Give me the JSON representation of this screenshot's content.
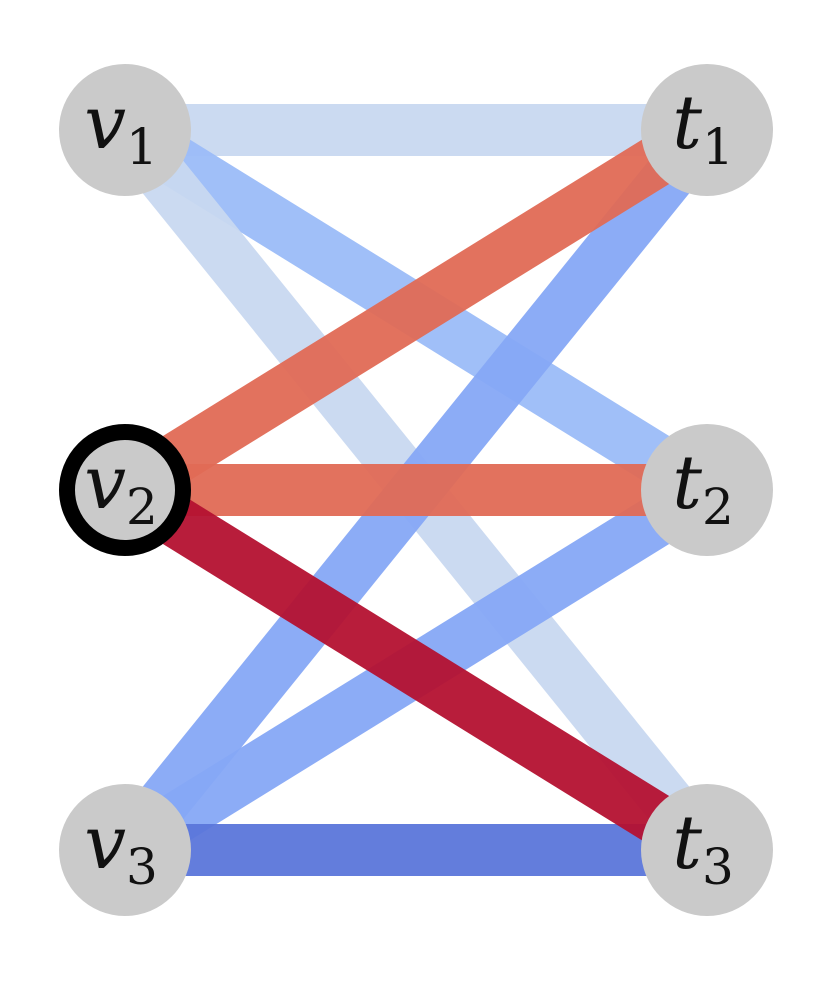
{
  "graph": {
    "left_nodes": [
      {
        "id": "v1",
        "letter": "v",
        "sub": "1",
        "highlighted": false
      },
      {
        "id": "v2",
        "letter": "v",
        "sub": "2",
        "highlighted": true
      },
      {
        "id": "v3",
        "letter": "v",
        "sub": "3",
        "highlighted": false
      }
    ],
    "right_nodes": [
      {
        "id": "t1",
        "letter": "t",
        "sub": "1",
        "highlighted": false
      },
      {
        "id": "t2",
        "letter": "t",
        "sub": "2",
        "highlighted": false
      },
      {
        "id": "t3",
        "letter": "t",
        "sub": "3",
        "highlighted": false
      }
    ],
    "edges": [
      {
        "from": "v1",
        "to": "t1",
        "color": "#c8d8f0"
      },
      {
        "from": "v1",
        "to": "t2",
        "color": "#9bbcf8"
      },
      {
        "from": "v1",
        "to": "t3",
        "color": "#c8d8f0"
      },
      {
        "from": "v3",
        "to": "t1",
        "color": "#86a8f5"
      },
      {
        "from": "v3",
        "to": "t2",
        "color": "#86a8f5"
      },
      {
        "from": "v3",
        "to": "t3",
        "color": "#5b76da"
      },
      {
        "from": "v2",
        "to": "t1",
        "color": "#e06a55"
      },
      {
        "from": "v2",
        "to": "t2",
        "color": "#e06a55"
      },
      {
        "from": "v2",
        "to": "t3",
        "color": "#b41130"
      }
    ],
    "colors": {
      "node_fill": "#cacaca",
      "highlight_stroke": "#000000"
    }
  }
}
